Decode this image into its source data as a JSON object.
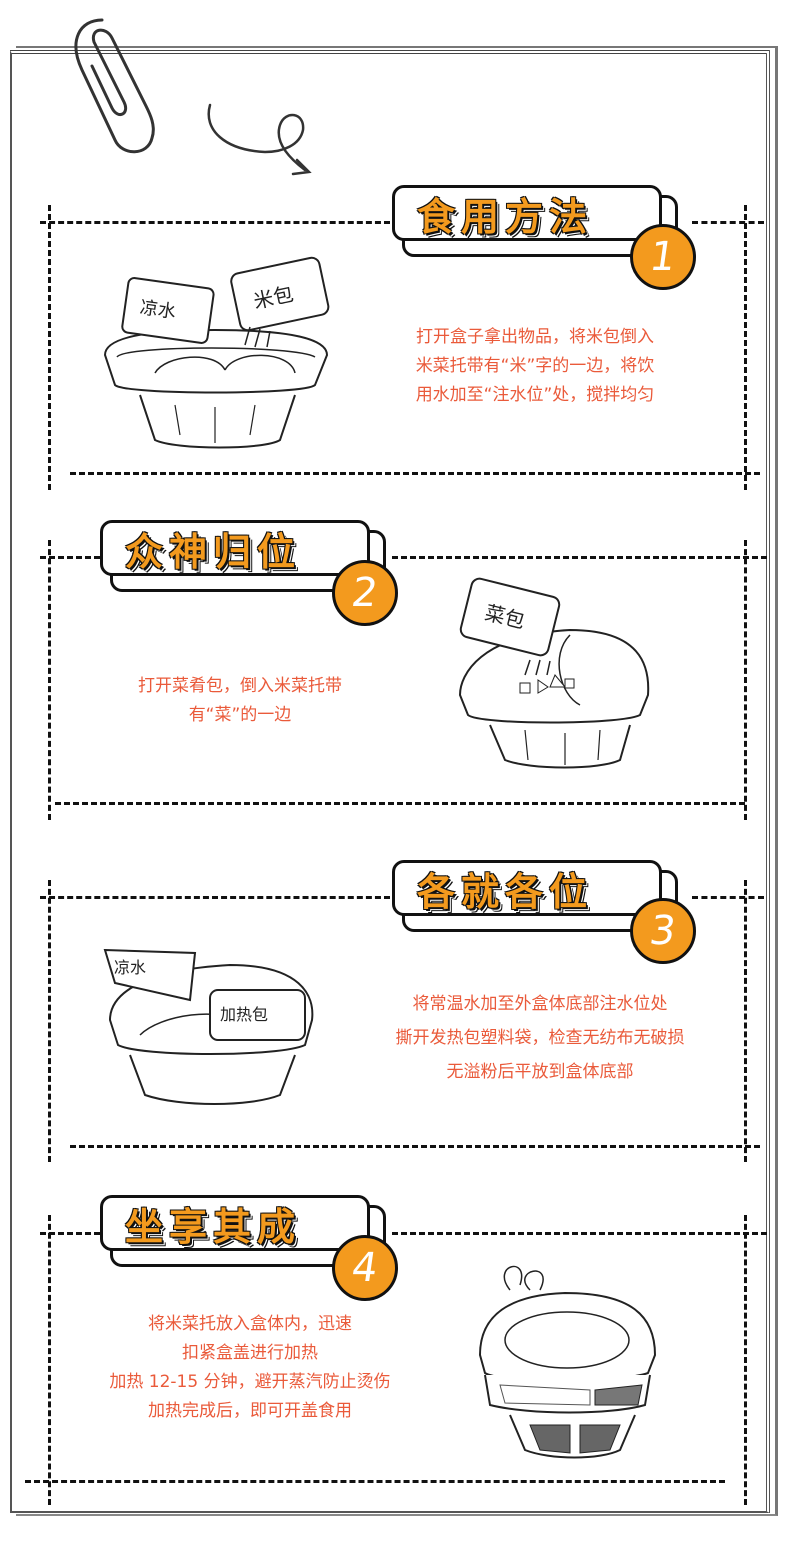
{
  "colors": {
    "accent_orange": "#f39a1e",
    "text_red": "#ea5a3a",
    "ink": "#111111"
  },
  "decorations": {
    "top_left": "paperclip-icon",
    "top_doodle": "loop-arrow-icon"
  },
  "steps": [
    {
      "number": "1",
      "title": "食用方法",
      "lines": [
        "打开盒子拿出物品，将米包倒入",
        "米菜托带有“米”字的一边，将饮",
        "用水加至“注水位”处，搅拌均匀"
      ],
      "illustration": {
        "name": "bowl-pour-rice-water",
        "labels": [
          "凉水",
          "米包"
        ]
      }
    },
    {
      "number": "2",
      "title": "众神归位",
      "lines": [
        "打开菜肴包，倒入米菜托带",
        "有“菜”的一边"
      ],
      "illustration": {
        "name": "bowl-pour-vegetables",
        "labels": [
          "菜包"
        ]
      }
    },
    {
      "number": "3",
      "title": "各就各位",
      "lines": [
        "将常温水加至外盒体底部注水位处",
        "撕开发热包塑料袋，检查无纺布无破损",
        "无溢粉后平放到盒体底部"
      ],
      "illustration": {
        "name": "bowl-heating-pack",
        "labels": [
          "凉水",
          "加热包"
        ]
      }
    },
    {
      "number": "4",
      "title": "坐享其成",
      "lines": [
        "将米菜托放入盒体内，迅速",
        "扣紧盒盖进行加热",
        "加热 12-15 分钟，避开蒸汽防止烫伤",
        "加热完成后，即可开盖食用"
      ],
      "illustration": {
        "name": "bowl-steaming-lid",
        "labels": []
      }
    }
  ]
}
